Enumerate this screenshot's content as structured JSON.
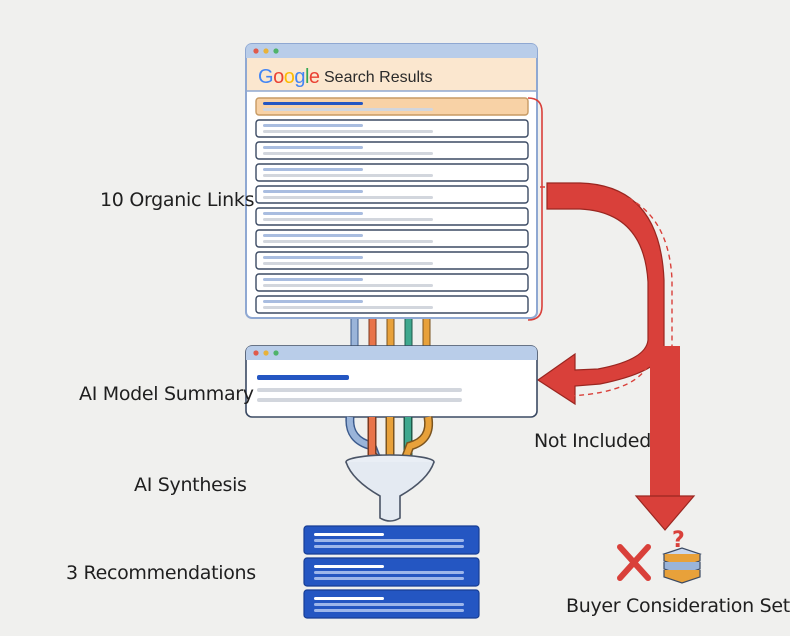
{
  "search_window": {
    "brand": [
      "G",
      "o",
      "o",
      "g",
      "l",
      "e"
    ],
    "brand_colors": [
      "#4285F4",
      "#EA4335",
      "#FBBC05",
      "#4285F4",
      "#34A853",
      "#EA4335"
    ],
    "title": "Search Results",
    "result_count": 10,
    "highlighted_result": 1
  },
  "labels": {
    "organic_links": "10 Organic Links",
    "ai_model_summary": "AI Model Summary",
    "ai_synthesis": "AI Synthesis",
    "recommendations": "3 Recommendations",
    "not_included": "Not Included",
    "buyer_consideration_set": "Buyer Consideration Set"
  },
  "recommendations_count": 3,
  "colors": {
    "window_border": "#8fa8d2",
    "header_fill": "#fbe7cf",
    "highlight_fill": "#f8d2a6",
    "accent_blue": "#2456c2",
    "rejection_red": "#d9403a",
    "stream_colors": [
      "#9ab4d9",
      "#e8744a",
      "#e8a13a",
      "#3fa88e",
      "#e8a13a"
    ]
  }
}
